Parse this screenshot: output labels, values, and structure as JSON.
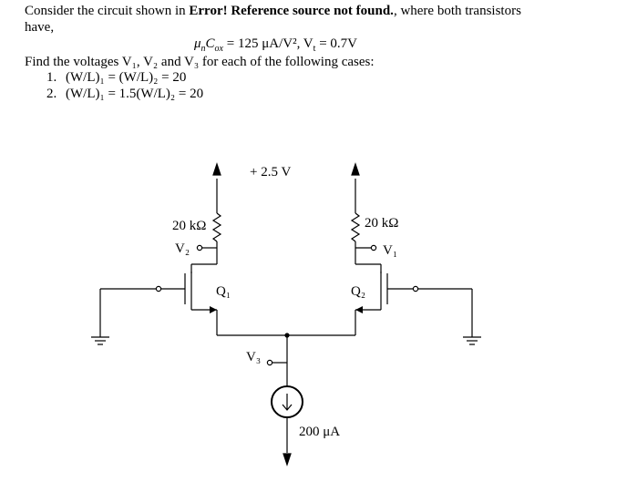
{
  "problem": {
    "intro_line1_pre": "Consider the circuit shown in ",
    "intro_line1_bold": "Error! Reference source not found.",
    "intro_line1_post": ", where both transistors",
    "intro_line2": "have,",
    "param_mu": "μ",
    "param_n": "n",
    "param_C": "C",
    "param_ox": "ox",
    "param_rest": " = 125 μA/V², V",
    "param_t": "t",
    "param_end": " = 0.7V",
    "find": "Find the voltages V₁, V₂ and V₃ for each of the following cases:",
    "cases": [
      {
        "num": "1.",
        "text": "(W/L)₁ = (W/L)₂ = 20"
      },
      {
        "num": "2.",
        "text": "(W/L)₁ = 1.5(W/L)₂ = 20"
      }
    ]
  },
  "circuit": {
    "supply": "+ 2.5 V",
    "r_left": "20 kΩ",
    "r_right": "20 kΩ",
    "v2": "V₂",
    "v1": "V₁",
    "q1": "Q₁",
    "q2": "Q₂",
    "v3": "V₃",
    "current": "200 μA"
  }
}
